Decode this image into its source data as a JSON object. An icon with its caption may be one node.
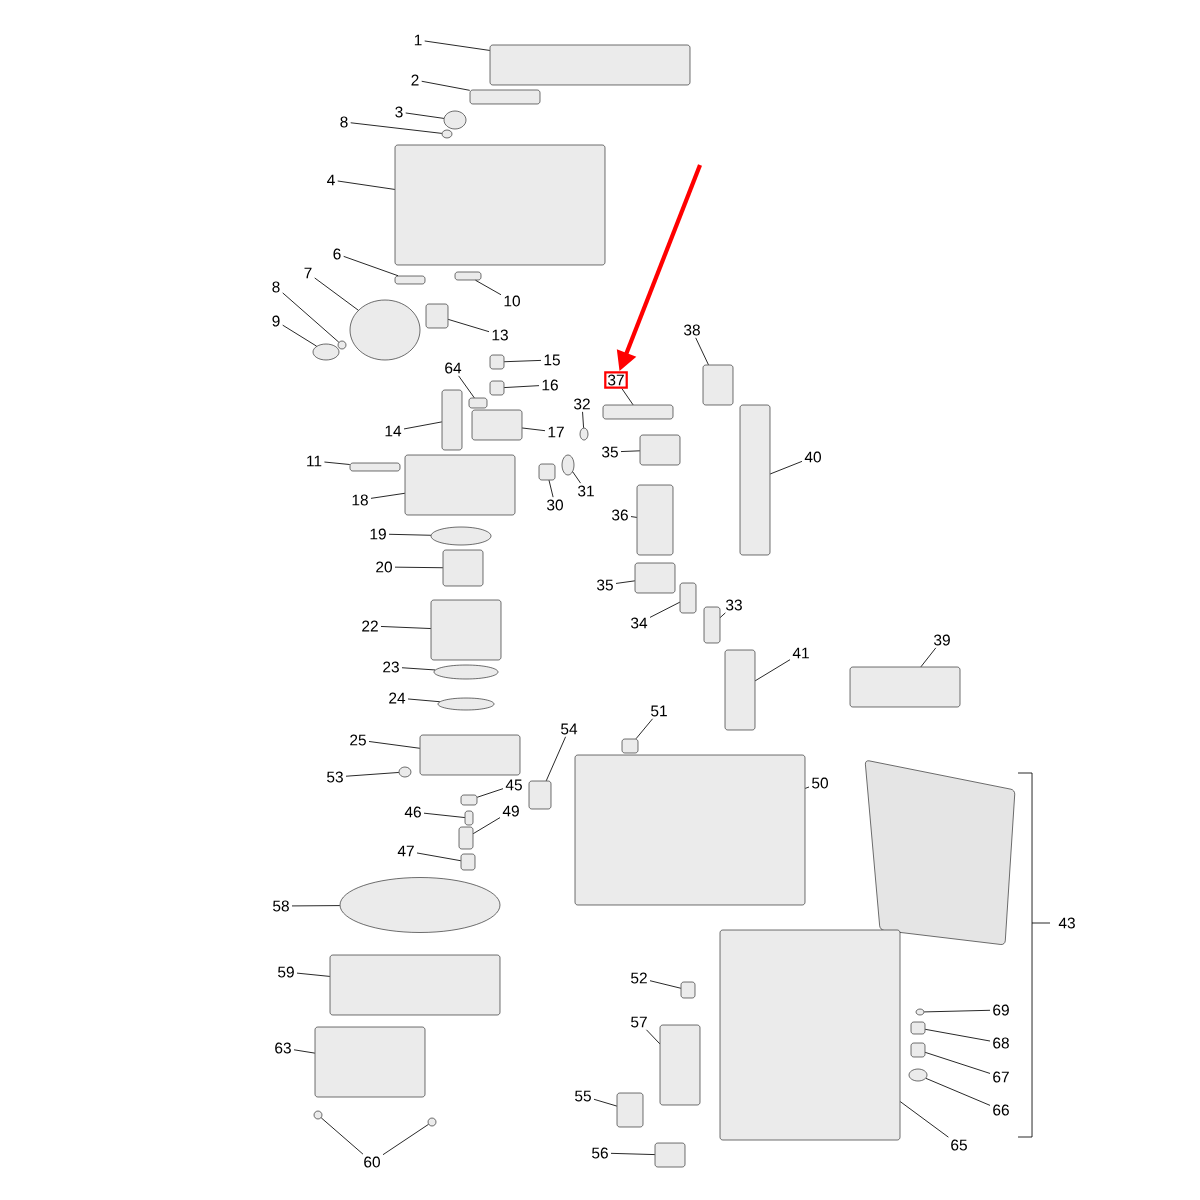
{
  "diagram": {
    "nodes": [
      {
        "text": [
          "1"
        ]
      },
      {
        "text": [],
        "shape": "box"
      },
      {
        "text": [
          "2"
        ]
      },
      {
        "text": [],
        "shape": "box"
      },
      {
        "text": [
          "3"
        ]
      },
      {
        "text": [],
        "shape": "circle"
      },
      {
        "text": [
          "8"
        ]
      },
      {
        "text": [],
        "shape": "circle"
      },
      {
        "text": [
          "4"
        ]
      },
      {
        "text": [],
        "shape": "box"
      },
      {
        "text": [
          "6"
        ]
      },
      {
        "text": [],
        "shape": "box"
      },
      {
        "text": [
          "10"
        ]
      },
      {
        "text": [],
        "shape": "box"
      },
      {
        "text": [
          "7"
        ]
      },
      {
        "text": [],
        "shape": "circle"
      },
      {
        "text": [
          "8"
        ]
      },
      {
        "text": [],
        "shape": "circle"
      },
      {
        "text": [
          "13"
        ]
      },
      {
        "text": [],
        "shape": "box"
      },
      {
        "text": [
          "9"
        ]
      },
      {
        "text": [],
        "shape": "circle"
      },
      {
        "text": [
          "38"
        ]
      },
      {
        "text": [],
        "shape": "box"
      },
      {
        "text": [
          "15"
        ]
      },
      {
        "text": [],
        "shape": "box"
      },
      {
        "text": [
          "37"
        ]
      },
      {
        "text": [],
        "shape": "box"
      },
      {
        "text": [
          "64"
        ]
      },
      {
        "text": [],
        "shape": "box"
      },
      {
        "text": [
          "16"
        ]
      },
      {
        "text": [],
        "shape": "box"
      },
      {
        "text": [
          "32"
        ]
      },
      {
        "text": [],
        "shape": "circle"
      },
      {
        "text": [
          "14"
        ]
      },
      {
        "text": [],
        "shape": "box"
      },
      {
        "text": [
          "17"
        ]
      },
      {
        "text": [],
        "shape": "box"
      },
      {
        "text": [
          "35"
        ]
      },
      {
        "text": [],
        "shape": "box"
      },
      {
        "text": [
          "40"
        ]
      },
      {
        "text": [],
        "shape": "box"
      },
      {
        "text": [
          "11"
        ]
      },
      {
        "text": [],
        "shape": "box"
      },
      {
        "text": [
          "31"
        ]
      },
      {
        "text": [],
        "shape": "circle"
      },
      {
        "text": [
          "18"
        ]
      },
      {
        "text": [],
        "shape": "box"
      },
      {
        "text": [
          "30"
        ]
      },
      {
        "text": [],
        "shape": "box"
      },
      {
        "text": [
          "36"
        ]
      },
      {
        "text": [],
        "shape": "box"
      },
      {
        "text": [
          "19"
        ]
      },
      {
        "text": [],
        "shape": "circle"
      },
      {
        "text": [
          "20"
        ]
      },
      {
        "text": [],
        "shape": "box"
      },
      {
        "text": [
          "35"
        ]
      },
      {
        "text": [],
        "shape": "box"
      },
      {
        "text": [
          "33"
        ]
      },
      {
        "text": [],
        "shape": "box"
      },
      {
        "text": [
          "34"
        ]
      },
      {
        "text": [],
        "shape": "box"
      },
      {
        "text": [
          "22"
        ]
      },
      {
        "text": [],
        "shape": "box"
      },
      {
        "text": [
          "39"
        ]
      },
      {
        "text": [],
        "shape": "box"
      },
      {
        "text": [
          "41"
        ]
      },
      {
        "text": [],
        "shape": "box"
      },
      {
        "text": [
          "23"
        ]
      },
      {
        "text": [],
        "shape": "circle"
      },
      {
        "text": [
          "24"
        ]
      },
      {
        "text": [],
        "shape": "circle"
      },
      {
        "text": [
          "51"
        ]
      },
      {
        "text": [],
        "shape": "box"
      },
      {
        "text": [
          "54"
        ]
      },
      {
        "text": [],
        "shape": "box"
      },
      {
        "text": [
          "25"
        ]
      },
      {
        "text": [],
        "shape": "box"
      },
      {
        "text": [
          "53"
        ]
      },
      {
        "text": [],
        "shape": "circle"
      },
      {
        "text": [
          "45"
        ]
      },
      {
        "text": [],
        "shape": "box"
      },
      {
        "text": [
          "50"
        ]
      },
      {
        "text": [],
        "shape": "box"
      },
      {
        "text": [
          "46"
        ]
      },
      {
        "text": [],
        "shape": "box"
      },
      {
        "text": [
          "49"
        ]
      },
      {
        "text": [],
        "shape": "box"
      },
      {
        "text": [
          "47"
        ]
      },
      {
        "text": [],
        "shape": "box"
      },
      {
        "text": [
          "58"
        ]
      },
      {
        "text": [],
        "shape": "circle"
      },
      {
        "text": [
          "59"
        ]
      },
      {
        "text": [],
        "shape": "box"
      },
      {
        "text": [
          "52"
        ]
      },
      {
        "text": [],
        "shape": "box"
      },
      {
        "text": [
          "69"
        ]
      },
      {
        "text": [],
        "shape": "circle"
      },
      {
        "text": [
          "57"
        ]
      },
      {
        "text": [],
        "shape": "box"
      },
      {
        "text": [
          "68"
        ]
      },
      {
        "text": [],
        "shape": "box"
      },
      {
        "text": [
          "63"
        ]
      },
      {
        "text": [],
        "shape": "box"
      },
      {
        "text": [
          "67"
        ]
      },
      {
        "text": [],
        "shape": "box"
      },
      {
        "text": [
          "55"
        ]
      },
      {
        "text": [],
        "shape": "box"
      },
      {
        "text": [
          "66"
        ]
      },
      {
        "text": [],
        "shape": "circle"
      },
      {
        "text": [
          "65"
        ]
      },
      {
        "text": [],
        "shape": "box"
      },
      {
        "text": [
          "56"
        ]
      },
      {
        "text": [],
        "shape": "box"
      },
      {
        "text": [
          "60"
        ]
      },
      {
        "text": [],
        "shape": "circle"
      },
      {
        "text": [],
        "shape": "circle"
      }
    ],
    "edges": [
      {
        "from": 0,
        "to": 1,
        "arrow": "none"
      },
      {
        "from": 2,
        "to": 3,
        "arrow": "none"
      },
      {
        "from": 4,
        "to": 5,
        "arrow": "none"
      },
      {
        "from": 6,
        "to": 7,
        "arrow": "none"
      },
      {
        "from": 8,
        "to": 9,
        "arrow": "none"
      },
      {
        "from": 10,
        "to": 11,
        "arrow": "none"
      },
      {
        "from": 12,
        "to": 13,
        "arrow": "none"
      },
      {
        "from": 14,
        "to": 15,
        "arrow": "none"
      },
      {
        "from": 16,
        "to": 17,
        "arrow": "none"
      },
      {
        "from": 18,
        "to": 19,
        "arrow": "none"
      },
      {
        "from": 20,
        "to": 21,
        "arrow": "none"
      },
      {
        "from": 22,
        "to": 23,
        "arrow": "none"
      },
      {
        "from": 24,
        "to": 25,
        "arrow": "none"
      },
      {
        "from": 26,
        "to": 27,
        "arrow": "none"
      },
      {
        "from": 28,
        "to": 29,
        "arrow": "none"
      },
      {
        "from": 30,
        "to": 31,
        "arrow": "none"
      },
      {
        "from": 32,
        "to": 33,
        "arrow": "none"
      },
      {
        "from": 34,
        "to": 35,
        "arrow": "none"
      },
      {
        "from": 36,
        "to": 37,
        "arrow": "none"
      },
      {
        "from": 38,
        "to": 39,
        "arrow": "none"
      },
      {
        "from": 40,
        "to": 41,
        "arrow": "none"
      },
      {
        "from": 42,
        "to": 43,
        "arrow": "none"
      },
      {
        "from": 44,
        "to": 45,
        "arrow": "none"
      },
      {
        "from": 46,
        "to": 47,
        "arrow": "none"
      },
      {
        "from": 48,
        "to": 49,
        "arrow": "none"
      },
      {
        "from": 50,
        "to": 51,
        "arrow": "none"
      },
      {
        "from": 52,
        "to": 53,
        "arrow": "none"
      },
      {
        "from": 54,
        "to": 55,
        "arrow": "none"
      },
      {
        "from": 56,
        "to": 57,
        "arrow": "none"
      },
      {
        "from": 58,
        "to": 59,
        "arrow": "none"
      },
      {
        "from": 60,
        "to": 61,
        "arrow": "none"
      },
      {
        "from": 62,
        "to": 63,
        "arrow": "none"
      },
      {
        "from": 64,
        "to": 65,
        "arrow": "none"
      },
      {
        "from": 66,
        "to": 67,
        "arrow": "none"
      },
      {
        "from": 68,
        "to": 69,
        "arrow": "none"
      },
      {
        "from": 70,
        "to": 71,
        "arrow": "none"
      },
      {
        "from": 72,
        "to": 73,
        "arrow": "none"
      },
      {
        "from": 74,
        "to": 75,
        "arrow": "none"
      },
      {
        "from": 76,
        "to": 77,
        "arrow": "none"
      },
      {
        "from": 78,
        "to": 79,
        "arrow": "none"
      },
      {
        "from": 80,
        "to": 81,
        "arrow": "none"
      },
      {
        "from": 82,
        "to": 83,
        "arrow": "none"
      },
      {
        "from": 84,
        "to": 85,
        "arrow": "none"
      },
      {
        "from": 86,
        "to": 87,
        "arrow": "none"
      },
      {
        "from": 88,
        "to": 89,
        "arrow": "none"
      },
      {
        "from": 90,
        "to": 91,
        "arrow": "none"
      },
      {
        "from": 92,
        "to": 93,
        "arrow": "none"
      },
      {
        "from": 94,
        "to": 95,
        "arrow": "none"
      },
      {
        "from": 96,
        "to": 97,
        "arrow": "none"
      },
      {
        "from": 98,
        "to": 99,
        "arrow": "none"
      },
      {
        "from": 100,
        "to": 101,
        "arrow": "none"
      },
      {
        "from": 102,
        "to": 103,
        "arrow": "none"
      },
      {
        "from": 104,
        "to": 105,
        "arrow": "none"
      },
      {
        "from": 106,
        "to": 107,
        "arrow": "none"
      },
      {
        "from": 108,
        "to": 109,
        "arrow": "none"
      },
      {
        "from": 110,
        "to": 111,
        "arrow": "none"
      },
      {
        "from": 112,
        "to": 113,
        "arrow": "none"
      },
      {
        "from": 114,
        "to": 115,
        "arrow": "none"
      },
      {
        "from": 114,
        "to": 116,
        "arrow": "none"
      },
      {
        "from": null,
        "to": 26,
        "arrow": "to",
        "style": "thick",
        "color": "#ff0000"
      }
    ],
    "labels": [
      "43"
    ]
  }
}
